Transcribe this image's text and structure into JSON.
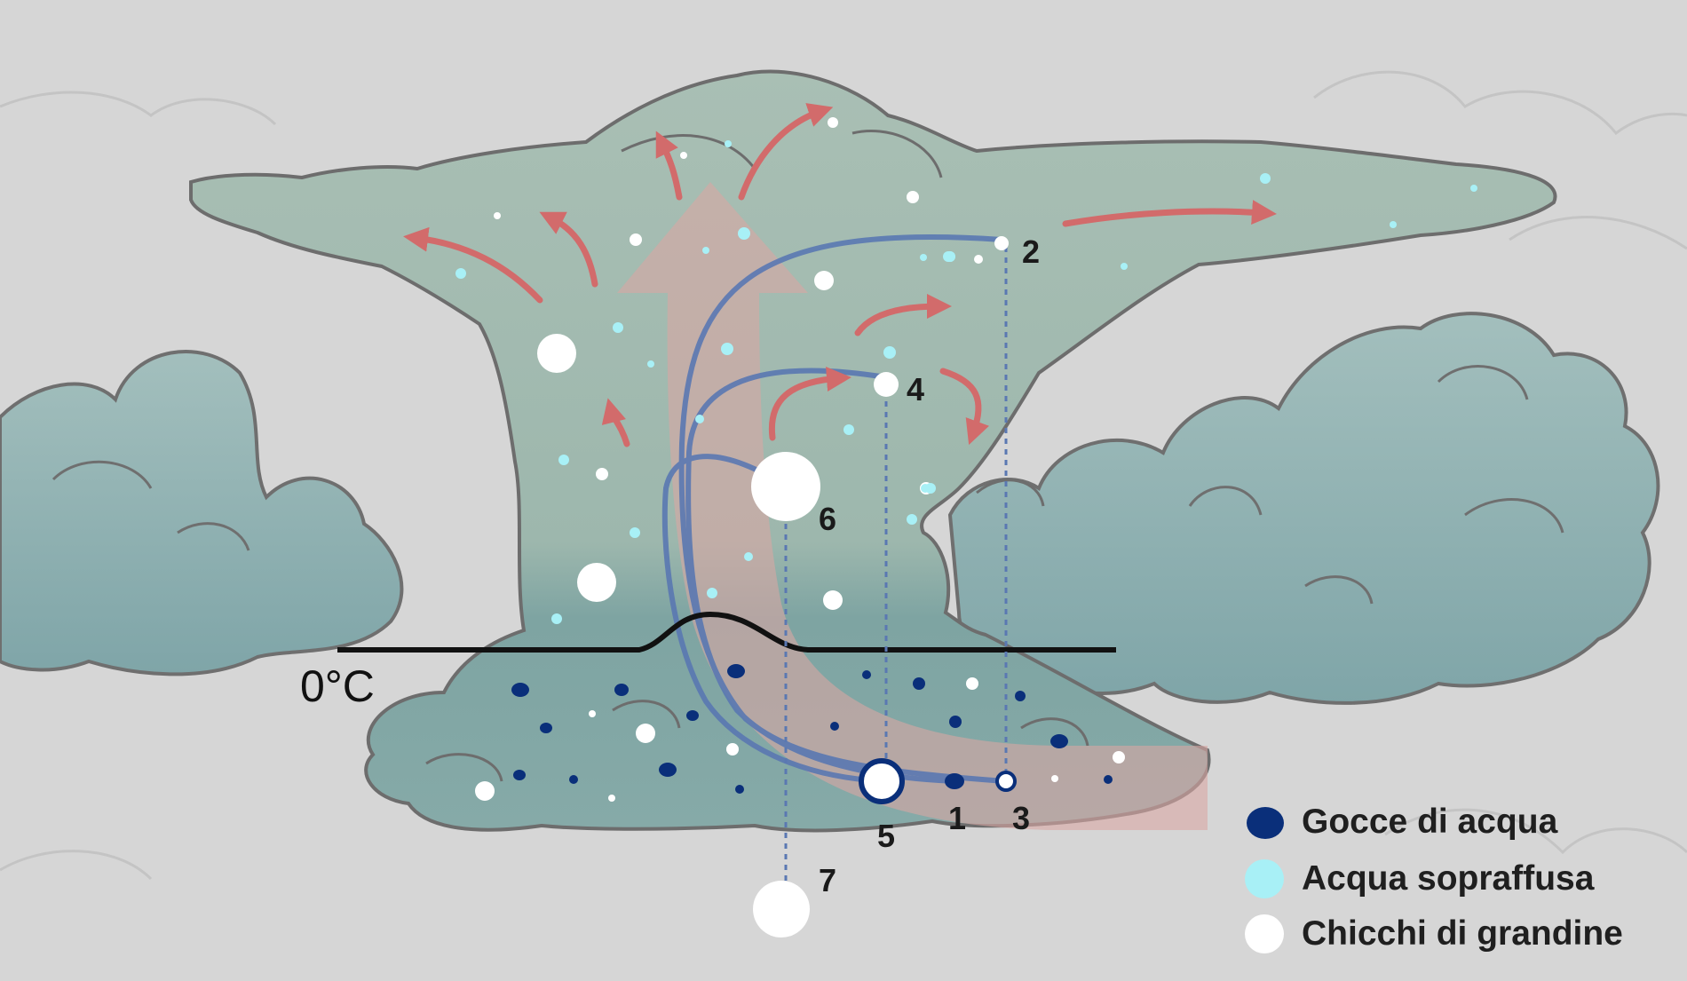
{
  "diagram": {
    "freezing_label": "0°C",
    "points": [
      "1",
      "2",
      "3",
      "4",
      "5",
      "6",
      "7"
    ],
    "legend": [
      {
        "label": "Gocce di acqua",
        "color": "#0a2f7a"
      },
      {
        "label": "Acqua sopraffusa",
        "color": "#a8f0f6"
      },
      {
        "label": "Chicchi di grandine",
        "color": "#ffffff"
      }
    ],
    "colors": {
      "background": "#d6d6d6",
      "cloud": "#a6bcb1",
      "cloud_lower": "#7fa6a4",
      "side_clouds": "#8fb0b3",
      "outline": "#6d6d6d",
      "updraft": "#d9a8a4",
      "arrows": "#d26b6b",
      "trajectories": "#5a78b2",
      "freezing_line": "#111111"
    }
  }
}
